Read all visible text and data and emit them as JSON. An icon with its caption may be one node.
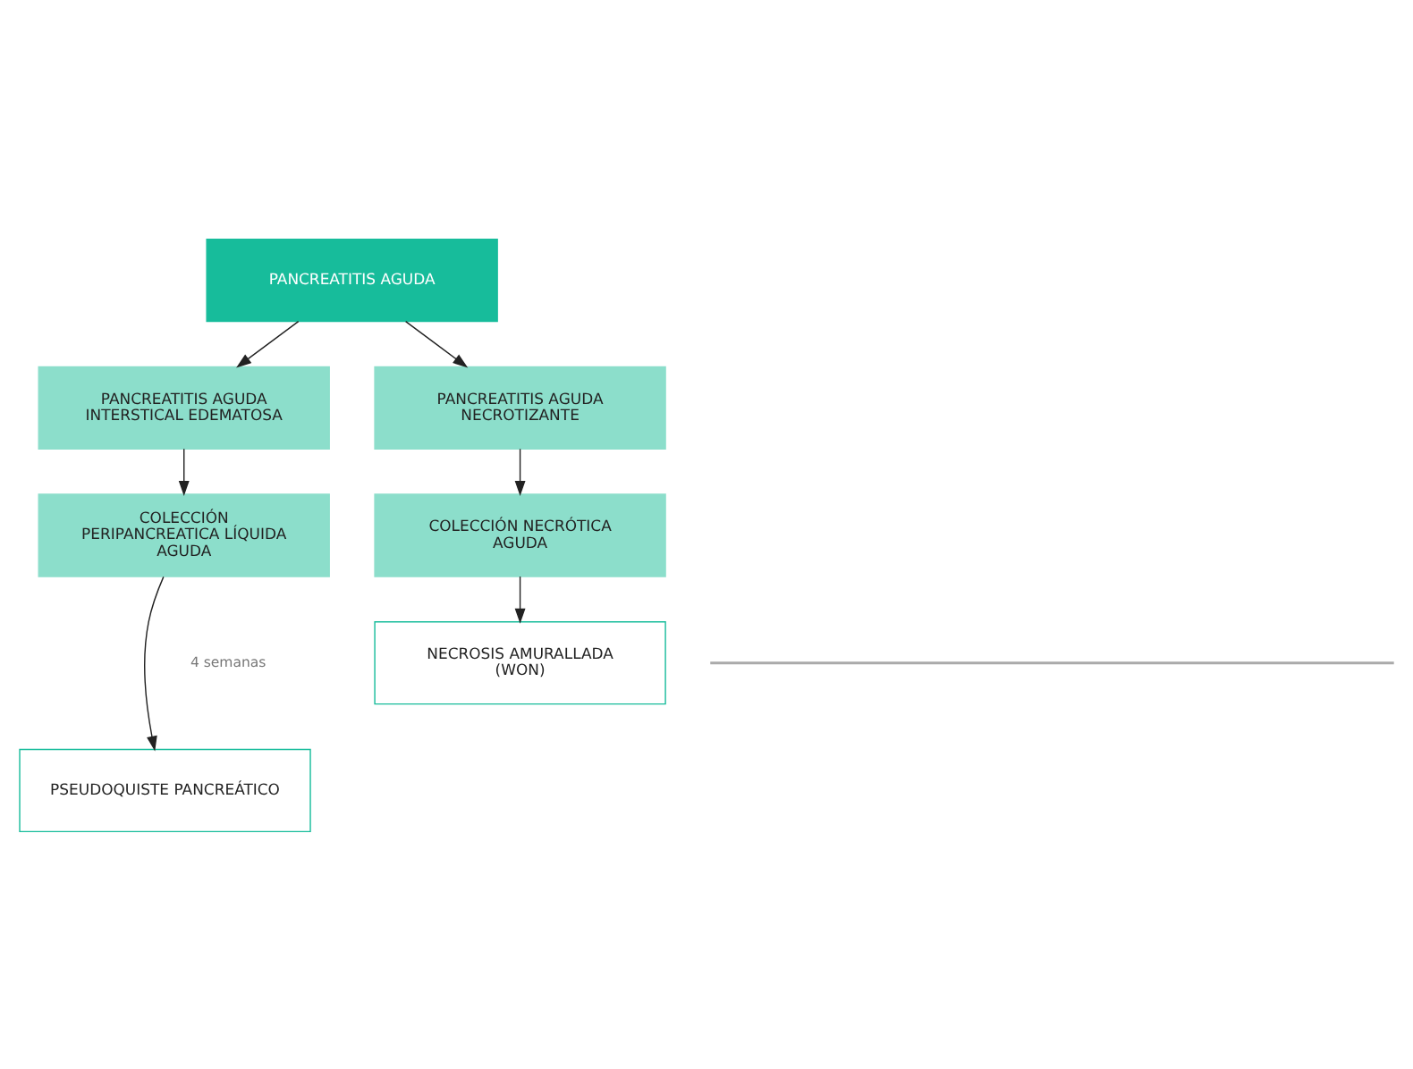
{
  "diagram": {
    "nodes": [
      {
        "text": [
          "PANCREATITIS AGUDA"
        ]
      },
      {
        "text": [
          "PANCREATITIS AGUDA INTERSTICAL EDEMATOSA"
        ]
      },
      {
        "text": [
          "PANCREATITIS AGUDA NECROTIZANTE"
        ]
      },
      {
        "text": [
          "COLECCIÓN PERIPANCREATICA LÍQUIDA AGUDA"
        ]
      },
      {
        "text": [
          "COLECCIÓN NECRÓTICA AGUDA"
        ]
      },
      {
        "text": [
          "PSEUDOQUISTE PANCREÁTICO"
        ]
      },
      {
        "text": [
          "NECROSIS AMURALLADA (WON)"
        ]
      }
    ],
    "edges": [
      {
        "from": 0,
        "to": 1,
        "arrow": "to"
      },
      {
        "from": 0,
        "to": 2,
        "arrow": "to"
      },
      {
        "from": 1,
        "to": 3,
        "arrow": "to"
      },
      {
        "from": 2,
        "to": 4,
        "arrow": "to"
      },
      {
        "from": 3,
        "to": 5,
        "arrow": "to"
      },
      {
        "from": 4,
        "to": 6,
        "arrow": "to"
      }
    ],
    "labels": [
      "4 semanas"
    ]
  }
}
